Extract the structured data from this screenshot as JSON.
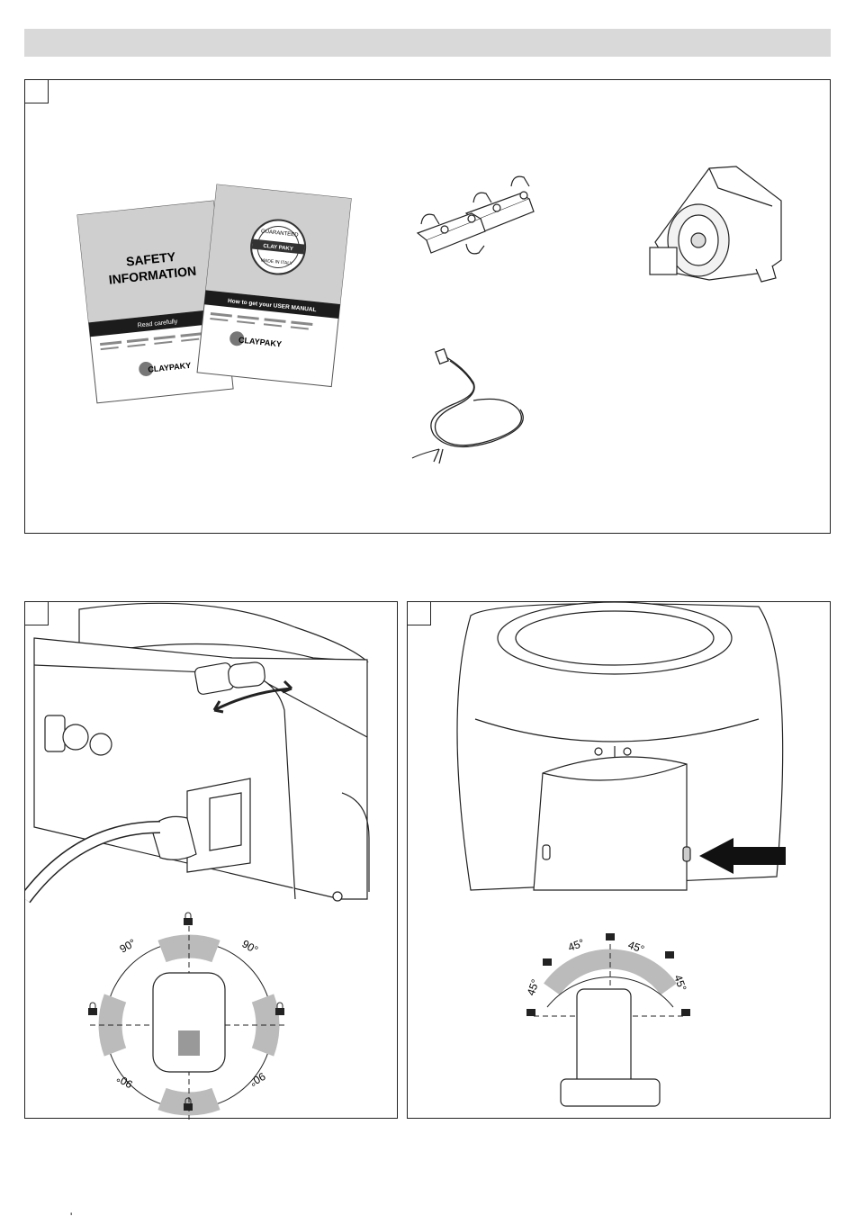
{
  "header": {
    "bar_color": "#d9d9d9"
  },
  "panel_a": {
    "safety_booklet": {
      "title_line1": "SAFETY",
      "title_line2": "INFORMATION",
      "band_text": "Read carefully",
      "logo_text": "CLAYPAKY"
    },
    "guarantee_booklet": {
      "seal_top": "GUARANTEED",
      "seal_mid": "CLAY PAKY",
      "seal_bottom": "MADE IN ITALY",
      "band_text": "How to get your USER MANUAL",
      "logo_text": "CLAYPAKY"
    },
    "items": [
      "omega-brackets",
      "lamp-reflector",
      "power-cable"
    ]
  },
  "panel_b": {
    "angle_labels": [
      "90°",
      "90°",
      "90°",
      "90°"
    ],
    "rotation_arrow": "double-arrow-icon"
  },
  "panel_c": {
    "angle_labels": [
      "45°",
      "45°",
      "45°",
      "45°"
    ]
  },
  "footer": {
    "mark": "'"
  }
}
